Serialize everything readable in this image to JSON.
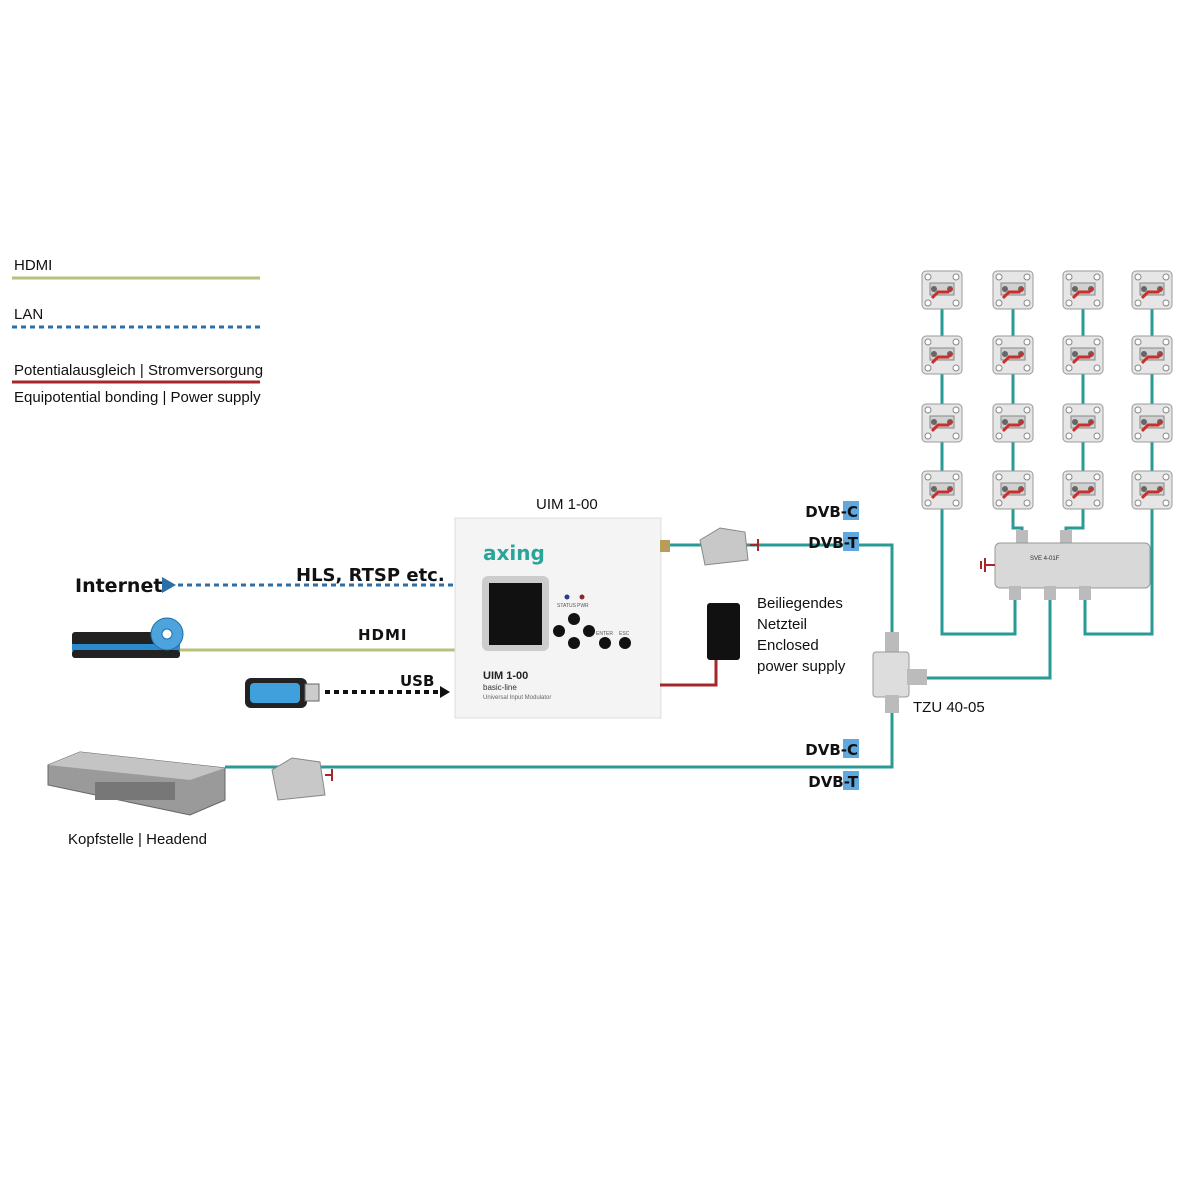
{
  "legend": {
    "hdmi": "HDMI",
    "lan": "LAN",
    "power_de": "Potentialausgleich | Stromversorgung",
    "power_en": "Equipotential bonding | Power supply"
  },
  "colors": {
    "coax": "#2a9a95",
    "hdmi": "#b9c07c",
    "lan": "#2c6ea6",
    "power": "#a3272b"
  },
  "modulator": {
    "title": "UIM 1-00",
    "brand": "axing",
    "model": "UIM 1-00",
    "series": "basic-line",
    "subtitle": "Universal Input Modulator",
    "led_status": "STATUS",
    "led_pwr": "PWR",
    "enter": "ENTER",
    "esc": "ESC"
  },
  "inputs": {
    "internet": "Internet",
    "protocols": "HLS, RTSP etc.",
    "hdmi_logo": "HDMI",
    "usb": "USB"
  },
  "headend": {
    "label": "Kopfstelle | Headend"
  },
  "power_supply": {
    "lines": [
      "Beiliegendes",
      "Netzteil",
      "Enclosed",
      "power supply"
    ]
  },
  "standards": {
    "dvb_c": "DVB-C",
    "dvb_t": "DVB-T"
  },
  "combiner": {
    "label": "TZU 40-05"
  },
  "splitter": {
    "label": "SVE 4-01F"
  }
}
